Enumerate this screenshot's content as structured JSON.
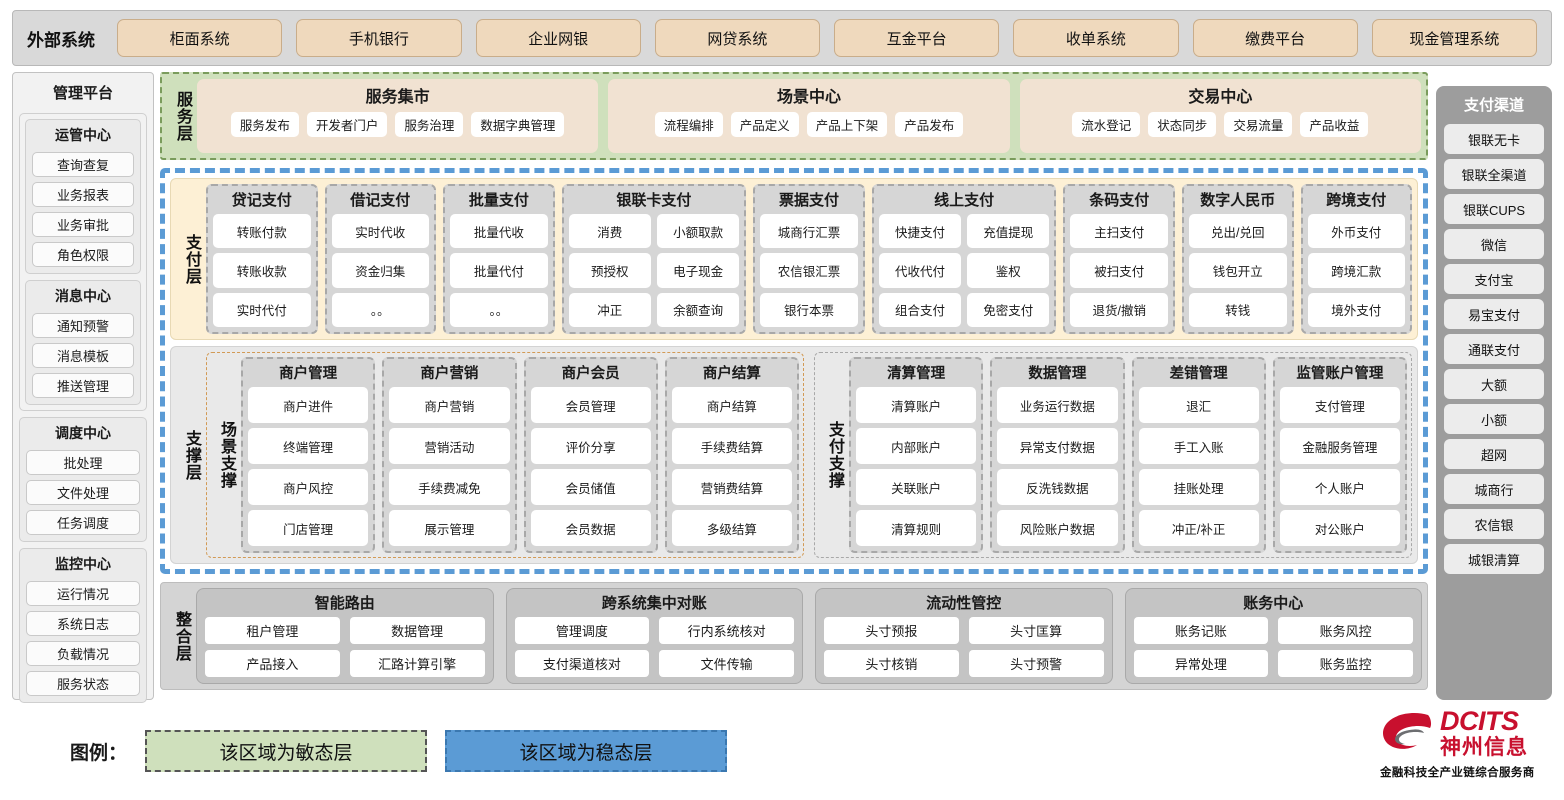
{
  "external": {
    "title": "外部系统",
    "items": [
      "柜面系统",
      "手机银行",
      "企业网银",
      "网贷系统",
      "互金平台",
      "收单系统",
      "缴费平台",
      "现金管理系统"
    ]
  },
  "management": {
    "title": "管理平台",
    "groups": [
      {
        "title": "运管中心",
        "items": [
          "查询查复",
          "业务报表",
          "业务审批",
          "角色权限"
        ]
      },
      {
        "title": "消息中心",
        "items": [
          "通知预警",
          "消息模板",
          "推送管理"
        ]
      },
      {
        "title": "调度中心",
        "items": [
          "批处理",
          "文件处理",
          "任务调度"
        ]
      },
      {
        "title": "监控中心",
        "items": [
          "运行情况",
          "系统日志",
          "负载情况",
          "服务状态"
        ]
      }
    ]
  },
  "channels": {
    "title": "支付渠道",
    "items": [
      "银联无卡",
      "银联全渠道",
      "银联CUPS",
      "微信",
      "支付宝",
      "易宝支付",
      "通联支付",
      "大额",
      "小额",
      "超网",
      "城商行",
      "农信银",
      "城银清算"
    ]
  },
  "service_layer": {
    "label": "服务层",
    "groups": [
      {
        "title": "服务集市",
        "items": [
          "服务发布",
          "开发者门户",
          "服务治理",
          "数据字典管理"
        ]
      },
      {
        "title": "场景中心",
        "items": [
          "流程编排",
          "产品定义",
          "产品上下架",
          "产品发布"
        ]
      },
      {
        "title": "交易中心",
        "items": [
          "流水登记",
          "状态同步",
          "交易流量",
          "产品收益"
        ]
      }
    ]
  },
  "payment_layer": {
    "label": "支付层",
    "columns": [
      {
        "title": "贷记支付",
        "cols": 1,
        "rows": [
          [
            "转账付款"
          ],
          [
            "转账收款"
          ],
          [
            "实时代付"
          ]
        ]
      },
      {
        "title": "借记支付",
        "cols": 1,
        "rows": [
          [
            "实时代收"
          ],
          [
            "资金归集"
          ],
          [
            "。。"
          ]
        ]
      },
      {
        "title": "批量支付",
        "cols": 1,
        "rows": [
          [
            "批量代收"
          ],
          [
            "批量代付"
          ],
          [
            "。。"
          ]
        ]
      },
      {
        "title": "银联卡支付",
        "cols": 2,
        "rows": [
          [
            "消费",
            "小额取款"
          ],
          [
            "预授权",
            "电子现金"
          ],
          [
            "冲正",
            "余额查询"
          ]
        ]
      },
      {
        "title": "票据支付",
        "cols": 1,
        "rows": [
          [
            "城商行汇票"
          ],
          [
            "农信银汇票"
          ],
          [
            "银行本票"
          ]
        ]
      },
      {
        "title": "线上支付",
        "cols": 2,
        "rows": [
          [
            "快捷支付",
            "充值提现"
          ],
          [
            "代收代付",
            "鉴权"
          ],
          [
            "组合支付",
            "免密支付"
          ]
        ]
      },
      {
        "title": "条码支付",
        "cols": 1,
        "rows": [
          [
            "主扫支付"
          ],
          [
            "被扫支付"
          ],
          [
            "退货/撤销"
          ]
        ]
      },
      {
        "title": "数字人民币",
        "cols": 1,
        "rows": [
          [
            "兑出/兑回"
          ],
          [
            "钱包开立"
          ],
          [
            "转钱"
          ]
        ]
      },
      {
        "title": "跨境支付",
        "cols": 1,
        "rows": [
          [
            "外币支付"
          ],
          [
            "跨境汇款"
          ],
          [
            "境外支付"
          ]
        ]
      }
    ]
  },
  "support_layer": {
    "label": "支撑层",
    "areas": [
      {
        "label": "场景支撑",
        "style": "dashed-orange",
        "columns": [
          {
            "title": "商户管理",
            "items": [
              "商户进件",
              "终端管理",
              "商户风控",
              "门店管理"
            ]
          },
          {
            "title": "商户营销",
            "items": [
              "商户营销",
              "营销活动",
              "手续费减免",
              "展示管理"
            ]
          },
          {
            "title": "商户会员",
            "items": [
              "会员管理",
              "评价分享",
              "会员储值",
              "会员数据"
            ]
          },
          {
            "title": "商户结算",
            "items": [
              "商户结算",
              "手续费结算",
              "营销费结算",
              "多级结算"
            ]
          }
        ]
      },
      {
        "label": "支付支撑",
        "style": "dashed-gray",
        "columns": [
          {
            "title": "清算管理",
            "items": [
              "清算账户",
              "内部账户",
              "关联账户",
              "清算规则"
            ]
          },
          {
            "title": "数据管理",
            "items": [
              "业务运行数据",
              "异常支付数据",
              "反洗钱数据",
              "风险账户数据"
            ]
          },
          {
            "title": "差错管理",
            "items": [
              "退汇",
              "手工入账",
              "挂账处理",
              "冲正/补正"
            ]
          },
          {
            "title": "监管账户管理",
            "items": [
              "支付管理",
              "金融服务管理",
              "个人账户",
              "对公账户"
            ]
          }
        ]
      }
    ]
  },
  "integration_layer": {
    "label": "整合层",
    "groups": [
      {
        "title": "智能路由",
        "rows": [
          [
            "租户管理",
            "数据管理"
          ],
          [
            "产品接入",
            "汇路计算引擎"
          ]
        ]
      },
      {
        "title": "跨系统集中对账",
        "rows": [
          [
            "管理调度",
            "行内系统核对"
          ],
          [
            "支付渠道核对",
            "文件传输"
          ]
        ]
      },
      {
        "title": "流动性管控",
        "rows": [
          [
            "头寸预报",
            "头寸匡算"
          ],
          [
            "头寸核销",
            "头寸预警"
          ]
        ]
      },
      {
        "title": "账务中心",
        "rows": [
          [
            "账务记账",
            "账务风控"
          ],
          [
            "异常处理",
            "账务监控"
          ]
        ]
      }
    ]
  },
  "legend": {
    "label": "图例：",
    "agile": "该区域为敏态层",
    "stable": "该区域为稳态层",
    "agile_color": "#cfe0bc",
    "stable_color": "#5b9bd5"
  },
  "logo": {
    "en": "DCITS",
    "cn": "神州信息",
    "tagline": "金融科技全产业链综合服务商",
    "color": "#c8102e"
  }
}
